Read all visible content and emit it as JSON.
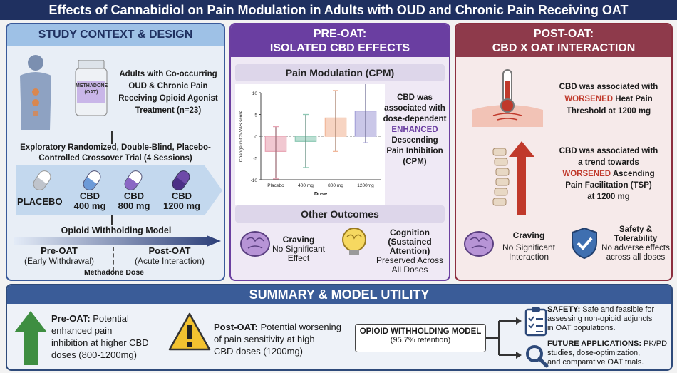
{
  "title": "Effects of Cannabidiol on Pain Modulation in Adults with OUD and Chronic Pain Receiving OAT",
  "study": {
    "header": "STUDY CONTEXT & DESIGN",
    "bottle_label_1": "METHADONE",
    "bottle_label_2": "(OAT)",
    "population": [
      "Adults with Co-occurring",
      "OUD & Chronic Pain",
      "Receiving Opioid Agonist",
      "Treatment (n=23)"
    ],
    "design": [
      "Exploratory Randomized, Double-Blind, Placebo-",
      "Controlled  Crossover Trial (4 Sessions)"
    ],
    "doses": [
      {
        "name": "PLACEBO",
        "dose": ""
      },
      {
        "name": "CBD",
        "dose": "400 mg"
      },
      {
        "name": "CBD",
        "dose": "800 mg"
      },
      {
        "name": "CBD",
        "dose": "1200 mg"
      }
    ],
    "model": "Opioid Withholding Model",
    "pre_label": "Pre-OAT",
    "pre_sub": "(Early Withdrawal)",
    "post_label": "Post-OAT",
    "post_sub": "(Acute Interaction)",
    "methadone_dose": "Methadone Dose"
  },
  "pre": {
    "header_1": "PRE-OAT:",
    "header_2": "ISOLATED CBD EFFECTS",
    "cpm_title": "Pain Modulation (CPM)",
    "cpm_text": [
      "CBD was",
      "associated with",
      "dose-dependent"
    ],
    "cpm_enhanced": "ENHANCED",
    "cpm_text_2": [
      "Descending",
      "Pain Inhibition",
      "(CPM)"
    ],
    "other_title": "Other Outcomes",
    "craving_title": "Craving",
    "craving_text": [
      "No Significant",
      "Effect"
    ],
    "cognition_title": [
      "Cognition",
      "(Sustained",
      "Attention)"
    ],
    "cognition_text": [
      "Preserved Across",
      "All Doses"
    ]
  },
  "chart_data": {
    "type": "bar",
    "categories": [
      "Placebo",
      "400 mg",
      "800 mg",
      "1200mg"
    ],
    "values": [
      -3.5,
      -1.2,
      4.2,
      5.8
    ],
    "errors_low": [
      -9.8,
      -7.2,
      -3.5,
      -1.5
    ],
    "errors_high": [
      2.2,
      5.0,
      10.5,
      12.5
    ],
    "colors": [
      "#e8a3b3",
      "#8ec9b5",
      "#f2b79a",
      "#a6a2d9"
    ],
    "xlabel": "Dose",
    "ylabel": "Change in Co-VAS score",
    "ylim": [
      -10,
      10
    ],
    "yticks": [
      -10,
      -5,
      0,
      5,
      10
    ]
  },
  "post": {
    "header_1": "POST-OAT:",
    "header_2": "CBD X OAT INTERACTION",
    "heat_text_1": "CBD was associated with",
    "heat_worse": "WORSENED",
    "heat_text_2": " Heat Pain",
    "heat_text_3": "Threshold at 1200 mg",
    "tsp_text_1": "CBD was associated with",
    "tsp_text_2": "a trend towards",
    "tsp_worse": "WORSENED",
    "tsp_text_3": " Ascending",
    "tsp_text_4": "Pain Facilitation (TSP)",
    "tsp_text_5": "at 1200 mg",
    "craving_title": "Craving",
    "craving_text": [
      "No Significant",
      "Interaction"
    ],
    "safety_title": [
      "Safety &",
      "Tolerability"
    ],
    "safety_text": [
      "No adverse effects",
      "across all doses"
    ]
  },
  "summary": {
    "header": "SUMMARY & MODEL UTILITY",
    "pre_bold": "Pre-OAT:",
    "pre_text": [
      " Potential",
      "enhanced pain",
      "inhibition at higher CBD",
      "doses (800-1200mg)"
    ],
    "post_bold": "Post-OAT:",
    "post_text": [
      " Potential worsening",
      "of pain sensitivity at high",
      "CBD doses (1200mg)"
    ],
    "model_title": "OPIOID WITHHOLDING MODEL",
    "model_retention": "(95.7% retention)",
    "safety_bold": "SAFETY:",
    "safety_text": [
      " Safe and feasible for",
      "assessing non-opioid adjuncts",
      "in OAT populations."
    ],
    "future_bold": "FUTURE APPLICATIONS:",
    "future_text": [
      " PK/PD",
      "studies, dose-optimization,",
      "and comparative OAT trials."
    ]
  },
  "colors": {
    "navy": "#1f3060",
    "purple": "#6a3ea1",
    "maroon": "#8e3a4b",
    "worse": "#c0392b",
    "enhanced": "#6a3ea1",
    "green": "#3e8e41",
    "yellow": "#f2c230"
  }
}
